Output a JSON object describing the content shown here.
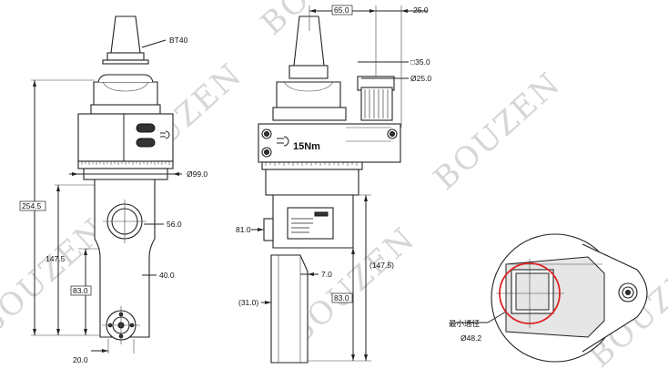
{
  "watermark": "BOUZEN",
  "taper_label": "BT40",
  "torque_label": "15Nm",
  "min_pass_label": "最小通径",
  "dims": {
    "overall_height": "254.5",
    "lower_height": "147.5",
    "lower_height_ref": "(147.5)",
    "offset_83_left": "83.0",
    "offset_83_right": "83.0",
    "diameter_99": "Ø99.0",
    "width_56": "56.0",
    "width_40": "40.0",
    "width_20": "20.0",
    "width_81": "81.0",
    "width_7": "7.0",
    "width_31": "(31.0)",
    "top_65": "65.0",
    "top_25": "25.0",
    "square_35": "□35.0",
    "diameter_25": "Ø25.0",
    "diameter_48": "Ø48.2"
  }
}
